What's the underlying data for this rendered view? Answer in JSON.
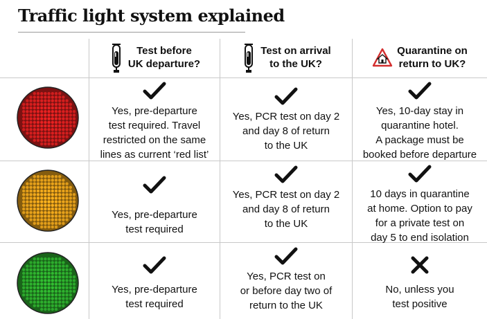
{
  "title": "Traffic light system explained",
  "columns": [
    {
      "label_line1": "Test before",
      "label_line2": "UK departure?",
      "icon": "test-tube-icon"
    },
    {
      "label_line1": "Test on arrival",
      "label_line2": "to the UK?",
      "icon": "test-tube-icon"
    },
    {
      "label_line1": "Quarantine on",
      "label_line2": "return to UK?",
      "icon": "quarantine-house-icon"
    }
  ],
  "rows": [
    {
      "light": "red",
      "color": "#e02020",
      "cells": [
        {
          "mark": "tick",
          "text": "Yes, pre-departure\ntest required. Travel\nrestricted on the same\nlines as current  ‘red list’"
        },
        {
          "mark": "tick",
          "text": "Yes, PCR test on day 2\nand day 8 of return\nto the UK"
        },
        {
          "mark": "tick",
          "text": "Yes, 10-day stay in\nquarantine hotel.\nA package must be\nbooked before departure"
        }
      ]
    },
    {
      "light": "amber",
      "color": "#f0a81c",
      "cells": [
        {
          "mark": "tick",
          "text": "Yes, pre-departure\ntest required"
        },
        {
          "mark": "tick",
          "text": "Yes, PCR test on day 2\nand day 8 of return\nto the UK"
        },
        {
          "mark": "tick",
          "text": "10 days in quarantine\nat home. Option to pay\nfor a private test on\nday 5 to end isolation"
        }
      ]
    },
    {
      "light": "green",
      "color": "#2fb52f",
      "cells": [
        {
          "mark": "tick",
          "text": "Yes, pre-departure\ntest required"
        },
        {
          "mark": "tick",
          "text": "Yes, PCR test on\nor before day two of\nreturn to the UK"
        },
        {
          "mark": "cross",
          "text": "No, unless you\ntest positive"
        }
      ]
    }
  ]
}
